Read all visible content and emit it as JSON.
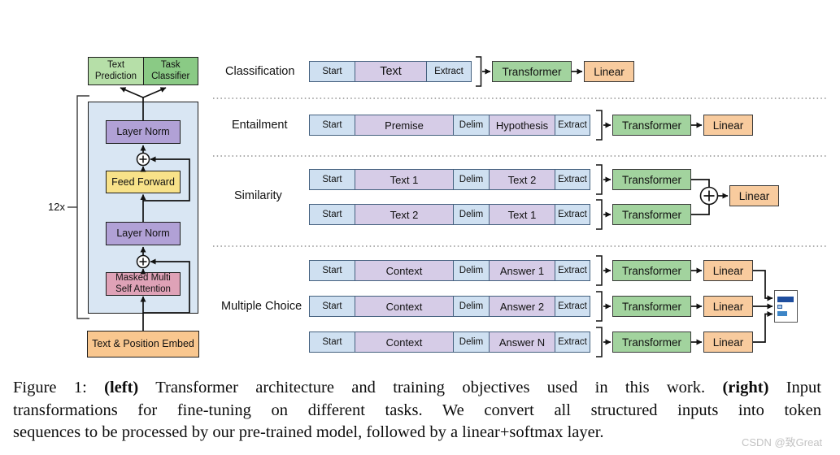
{
  "left": {
    "loop_label": "12x",
    "text_prediction": [
      "Text",
      "Prediction"
    ],
    "task_classifier": [
      "Task",
      "Classifier"
    ],
    "layer_norm_1": "Layer Norm",
    "feed_forward": "Feed Forward",
    "layer_norm_2": "Layer Norm",
    "masked_attention": [
      "Masked Multi",
      "Self Attention"
    ],
    "embed": "Text & Position Embed"
  },
  "right": {
    "sections": [
      {
        "label": "Classification"
      },
      {
        "label": "Entailment"
      },
      {
        "label": "Similarity"
      },
      {
        "label": "Multiple Choice"
      }
    ],
    "rows": [
      {
        "cells": [
          "Start",
          "Text",
          "Extract"
        ],
        "transformer": "Transformer",
        "linear": "Linear"
      },
      {
        "cells": [
          "Start",
          "Premise",
          "Delim",
          "Hypothesis",
          "Extract"
        ],
        "transformer": "Transformer",
        "linear": "Linear"
      },
      {
        "cells": [
          "Start",
          "Text 1",
          "Delim",
          "Text 2",
          "Extract"
        ],
        "transformer": "Transformer"
      },
      {
        "cells": [
          "Start",
          "Text 2",
          "Delim",
          "Text 1",
          "Extract"
        ],
        "transformer": "Transformer"
      },
      {
        "cells": [
          "Start",
          "Context",
          "Delim",
          "Answer 1",
          "Extract"
        ],
        "transformer": "Transformer",
        "linear": "Linear"
      },
      {
        "cells": [
          "Start",
          "Context",
          "Delim",
          "Answer 2",
          "Extract"
        ],
        "transformer": "Transformer",
        "linear": "Linear"
      },
      {
        "cells": [
          "Start",
          "Context",
          "Delim",
          "Answer N",
          "Extract"
        ],
        "transformer": "Transformer",
        "linear": "Linear"
      }
    ],
    "shared_linear": "Linear"
  },
  "caption": {
    "line1_prefix": "Figure 1: ",
    "line1_bold1": "(left)",
    "line1_mid": " Transformer architecture and training objectives used in this work. ",
    "line1_bold2": "(right)",
    "line1_suffix": " Input",
    "line2": "transformations for fine-tuning on different tasks.  We convert all structured inputs into token",
    "line3": "sequences to be processed by our pre-trained model, followed by a linear+softmax layer."
  },
  "watermark": "CSDN @致Great",
  "palette": {
    "token_blue": "#cfe0f1",
    "token_purple": "#d6cce7",
    "transformer_green": "#a2d39e",
    "linear_orange": "#f8cb9e",
    "container_blue": "#d9e6f3",
    "layer_norm_purple": "#b1a1d6",
    "feed_forward_yellow": "#f8e289",
    "attention_pink": "#dfa2b7",
    "embed_orange": "#f9c78f",
    "pred_green_light": "#b6dfa8",
    "classifier_green": "#8aca85",
    "score_bar_dark": "#1f4e9e",
    "score_bar_light": "#a9c9ea",
    "score_bar_mid": "#3d85c6"
  }
}
